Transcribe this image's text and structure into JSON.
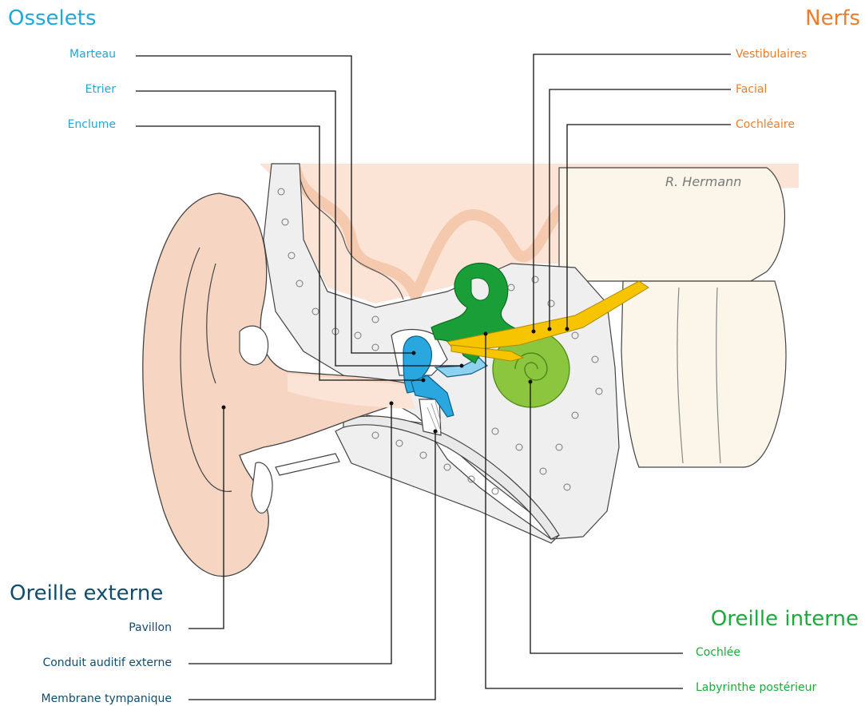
{
  "colors": {
    "ossicles": "#1ea8dc",
    "nerves": "#ee7d2a",
    "outer_ear": "#0f4d6e",
    "inner_ear": "#1aab3a",
    "skin": "#f6d6c2",
    "bone": "#efefef",
    "cochlea": "#8cc63f",
    "labyrinth": "#1a9e38",
    "nerve_fill": "#f6c500",
    "ossicle_fill": "#2aa7df"
  },
  "groups": {
    "ossicles": "Osselets",
    "nerves": "Nerfs",
    "outer_ear": "Oreille externe",
    "inner_ear": "Oreille interne"
  },
  "labels": {
    "marteau": "Marteau",
    "etrier": "Etrier",
    "enclume": "Enclume",
    "vestibulaires": "Vestibulaires",
    "facial": "Facial",
    "cochleaire": "Cochléaire",
    "pavillon": "Pavillon",
    "conduit": "Conduit auditif externe",
    "membrane": "Membrane tympanique",
    "cochlee": "Cochlée",
    "labyrinthe": "Labyrinthe postérieur"
  },
  "signature": "R. Hermann"
}
